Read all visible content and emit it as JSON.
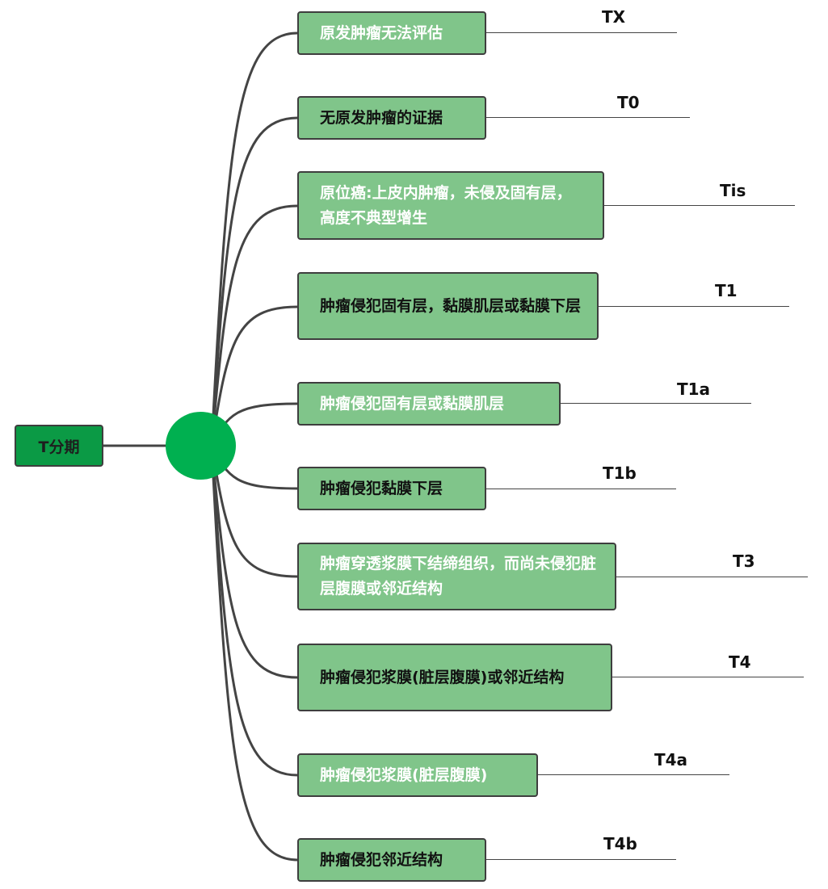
{
  "root": {
    "label": "T分期"
  },
  "hub_color": "#00b050",
  "colors": {
    "root_fill": "#0b9a45",
    "node_fill": "#80c58a",
    "connector": "#444444"
  },
  "branches": [
    {
      "description": "原发肿瘤无法评估",
      "stage": "TX"
    },
    {
      "description": "无原发肿瘤的证据",
      "stage": "T0"
    },
    {
      "description": "原位癌:上皮内肿瘤，未侵及固有层，高度不典型增生",
      "stage": "Tis"
    },
    {
      "description": "肿瘤侵犯固有层，黏膜肌层或黏膜下层",
      "stage": "T1"
    },
    {
      "description": "肿瘤侵犯固有层或黏膜肌层",
      "stage": "T1a"
    },
    {
      "description": "肿瘤侵犯黏膜下层",
      "stage": "T1b"
    },
    {
      "description": "肿瘤穿透浆膜下结缔组织，而尚未侵犯脏层腹膜或邻近结构",
      "stage": "T3"
    },
    {
      "description": "肿瘤侵犯浆膜(脏层腹膜)或邻近结构",
      "stage": "T4"
    },
    {
      "description": "肿瘤侵犯浆膜(脏层腹膜)",
      "stage": "T4a"
    },
    {
      "description": "肿瘤侵犯邻近结构",
      "stage": "T4b"
    }
  ]
}
